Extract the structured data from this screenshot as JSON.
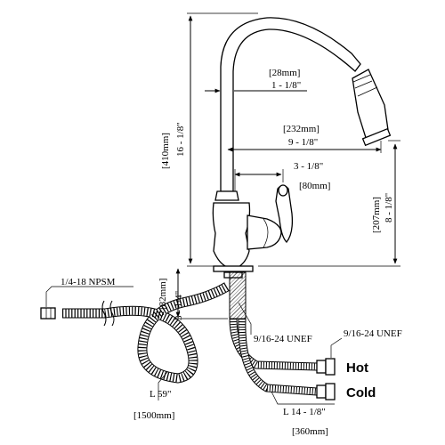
{
  "dimensions": {
    "height_total_metric": "[410mm]",
    "height_total_imperial": "16 - 1/8\"",
    "spout_dia_metric": "[28mm]",
    "spout_dia_imperial": "1 - 1/8\"",
    "reach_metric": "[232mm]",
    "reach_imperial": "9 - 1/8\"",
    "handle_offset_imperial": "3 - 1/8\"",
    "handle_offset_metric": "[80mm]",
    "spout_height_metric": "[207mm]",
    "spout_height_imperial": "8 - 1/8\"",
    "shank_length_metric": "[82mm]",
    "shank_length_imperial": "3 - 1/4\"",
    "hose_thread": "1/4-18 NPSM",
    "shank_thread": "9/16-24 UNEF",
    "supply_thread": "9/16-24 UNEF",
    "hose_length_imperial": "L 59\"",
    "hose_length_metric": "[1500mm]",
    "supply_length_imperial": "L 14 - 1/8\"",
    "supply_length_metric": "[360mm]"
  },
  "labels": {
    "hot": "Hot",
    "cold": "Cold"
  }
}
